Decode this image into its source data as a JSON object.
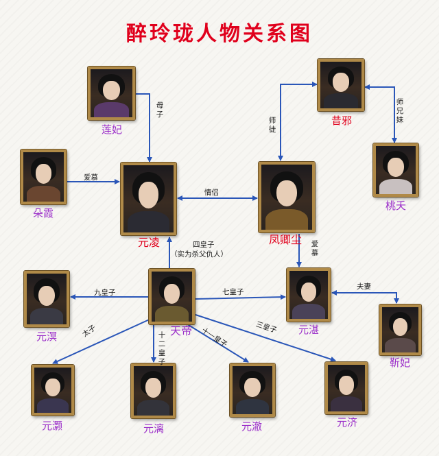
{
  "title": "醉玲珑人物关系图",
  "colors": {
    "title": "#e0001c",
    "male_name": "#e0001c",
    "female_name": "#9b2fc9",
    "arrow": "#2a56b8",
    "frame": "#b08a48"
  },
  "people": {
    "lianfei": {
      "name": "莲妃",
      "robe": "#5a3a6a"
    },
    "xixie": {
      "name": "昔邪",
      "robe": "#2a2a30"
    },
    "duoxia": {
      "name": "朵霞",
      "robe": "#6a4630"
    },
    "yuanling": {
      "name": "元凌",
      "robe": "#2b2b33"
    },
    "fengqingchen": {
      "name": "凤卿尘",
      "robe": "#7a5a2a"
    },
    "taoyao": {
      "name": "桃夭",
      "robe": "#c8c0c0"
    },
    "yuanming": {
      "name": "元溟",
      "robe": "#3a3a44"
    },
    "tiandi": {
      "name": "天帝",
      "robe": "#6a5a30"
    },
    "yuanzhan": {
      "name": "元湛",
      "robe": "#4a4258"
    },
    "jinfei": {
      "name": "靳妃",
      "robe": "#5a4a4a"
    },
    "yuanhao": {
      "name": "元灏",
      "robe": "#3a3650"
    },
    "yuanli": {
      "name": "元漓",
      "robe": "#33333a"
    },
    "yuanche": {
      "name": "元澈",
      "robe": "#2f3440"
    },
    "yuanji": {
      "name": "元济",
      "robe": "#3a3040"
    }
  },
  "relations": {
    "muzi": "母子",
    "shitu": "师徒",
    "shixiongmei": "师兄妹",
    "aimu_duoxia": "爱慕",
    "qinglv": "情侣",
    "aimu_fengqingchen": "爱慕",
    "sihuangzi": "四皇子",
    "sihuangzi_note": "（实为杀父仇人）",
    "jiuhuangzi": "九皇子",
    "qihuangzi": "七皇子",
    "fuqi": "夫妻",
    "taizi": "太子",
    "shierhuangzi": "十二皇子",
    "shiyihuangzi": "十一皇子",
    "sanhuangzi": "三皇子"
  }
}
